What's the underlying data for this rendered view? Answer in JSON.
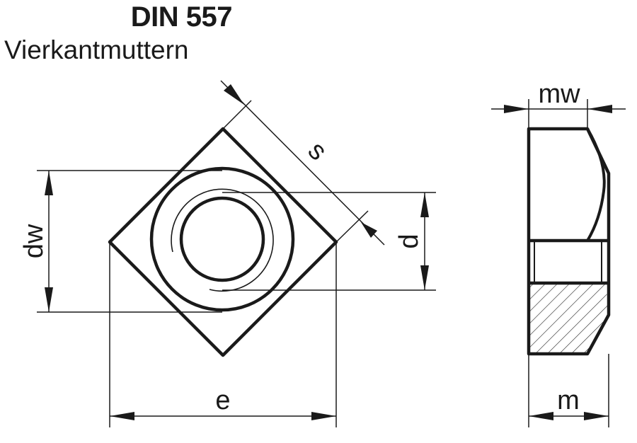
{
  "header": {
    "title": "DIN 557",
    "subtitle": "Vierkantmuttern"
  },
  "dimensions": {
    "s": "s",
    "dw": "dw",
    "d": "d",
    "e": "e",
    "mw": "mw",
    "m": "m"
  },
  "colors": {
    "line": "#1a1a1a"
  }
}
